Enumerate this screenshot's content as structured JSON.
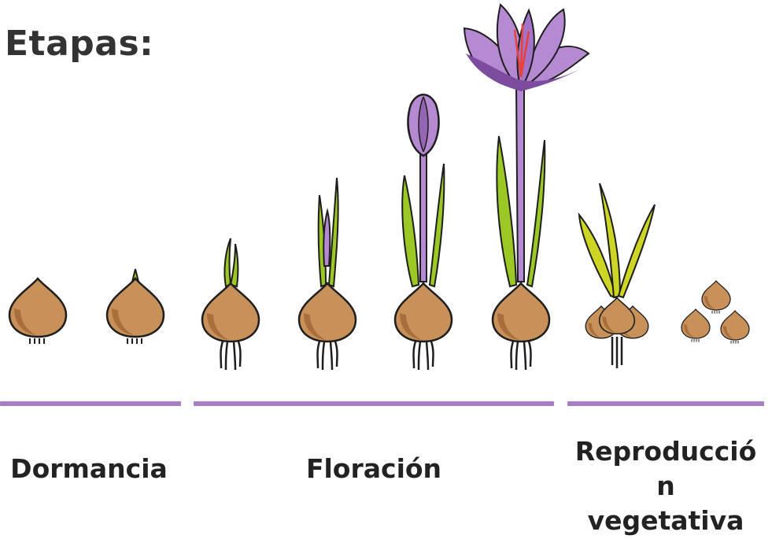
{
  "title": "Etapas:",
  "phases": [
    {
      "label": "Dormancia"
    },
    {
      "label": "Floración"
    },
    {
      "label": "Reproducción vegetativa",
      "label_lines": [
        "Reproducció",
        "n",
        "vegetativa"
      ]
    }
  ],
  "stages": [
    {
      "name": "bulb-dormant"
    },
    {
      "name": "bulb-sprout-tip"
    },
    {
      "name": "bulb-sprout-small"
    },
    {
      "name": "bulb-sprout-leaves"
    },
    {
      "name": "bulb-flower-bud"
    },
    {
      "name": "bulb-flower-open"
    },
    {
      "name": "bulb-new-cormlets"
    },
    {
      "name": "cormlets-separated"
    }
  ],
  "colors": {
    "bulb": "#c8915a",
    "bulb_shadow": "#a86f3c",
    "leaf": "#9bc824",
    "leaf_yellow": "#cdd625",
    "petal": "#b68ad3",
    "petal_dark": "#7d4c9e",
    "stigma": "#e8403a",
    "line": "#a67fc7",
    "outline": "#1e1e1e"
  }
}
